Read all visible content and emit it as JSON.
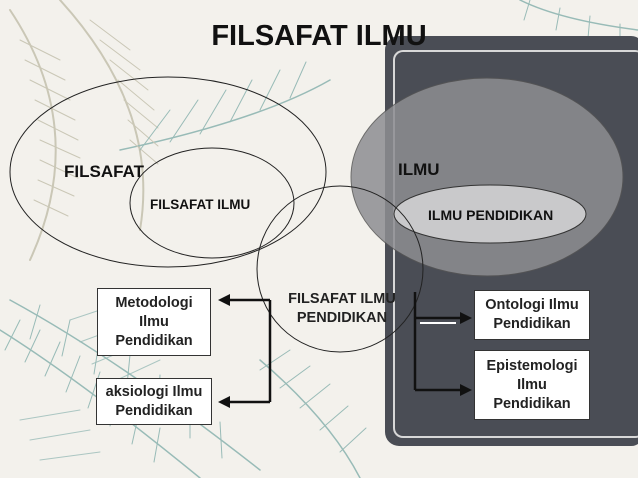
{
  "title": "FILSAFAT ILMU",
  "labels": {
    "filsafat": "FILSAFAT",
    "filsafat_ilmu": "FILSAFAT ILMU",
    "ilmu": "ILMU",
    "ilmu_pendidikan": "ILMU PENDIDIKAN",
    "center_line1": "FILSAFAT ILMU",
    "center_line2": "PENDIDIKAN"
  },
  "boxes": {
    "metodologi": [
      "Metodologi",
      "Ilmu",
      "Pendidikan"
    ],
    "aksiologi": [
      "aksiologi Ilmu",
      "Pendidikan"
    ],
    "ontologi": [
      "Ontologi Ilmu",
      "Pendidikan"
    ],
    "epistemologi": [
      "Epistemologi",
      "Ilmu",
      "Pendidikan"
    ]
  },
  "colors": {
    "panel": "#4a4d55",
    "background": "#f3f1ec",
    "ilmu_ellipse": "#8e8e92",
    "ilmu_pendidikan_ellipse": "#c9c9cb",
    "feather_teal": "#4f8f8c",
    "feather_olive": "#a9a58a"
  }
}
